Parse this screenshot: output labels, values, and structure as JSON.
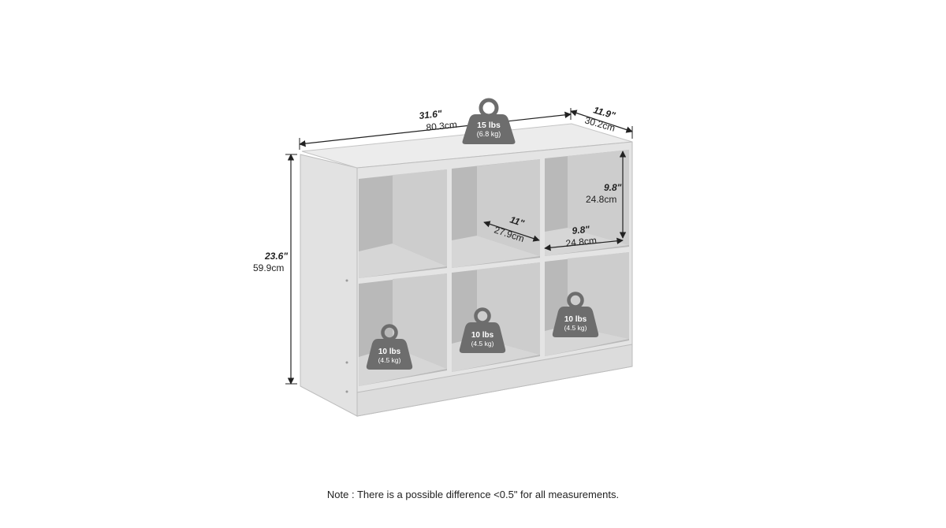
{
  "dimensions": {
    "width_in": "31.6\"",
    "width_cm": "80.3cm",
    "depth_in": "11.9\"",
    "depth_cm": "30.2cm",
    "height_in": "23.6\"",
    "height_cm": "59.9cm",
    "cube_height_in": "9.8\"",
    "cube_height_cm": "24.8cm",
    "cube_width_in": "9.8\"",
    "cube_width_cm": "24.8cm",
    "cube_depth_in": "11\"",
    "cube_depth_cm": "27.9cm"
  },
  "weights": {
    "top": {
      "lbs": "15 lbs",
      "kg": "(6.8 kg)"
    },
    "bottom_left": {
      "lbs": "10 lbs",
      "kg": "(4.5 kg)"
    },
    "bottom_middle": {
      "lbs": "10 lbs",
      "kg": "(4.5 kg)"
    },
    "bottom_right": {
      "lbs": "10 lbs",
      "kg": "(4.5 kg)"
    }
  },
  "note": "Note : There is a possible difference <0.5\" for all measurements."
}
